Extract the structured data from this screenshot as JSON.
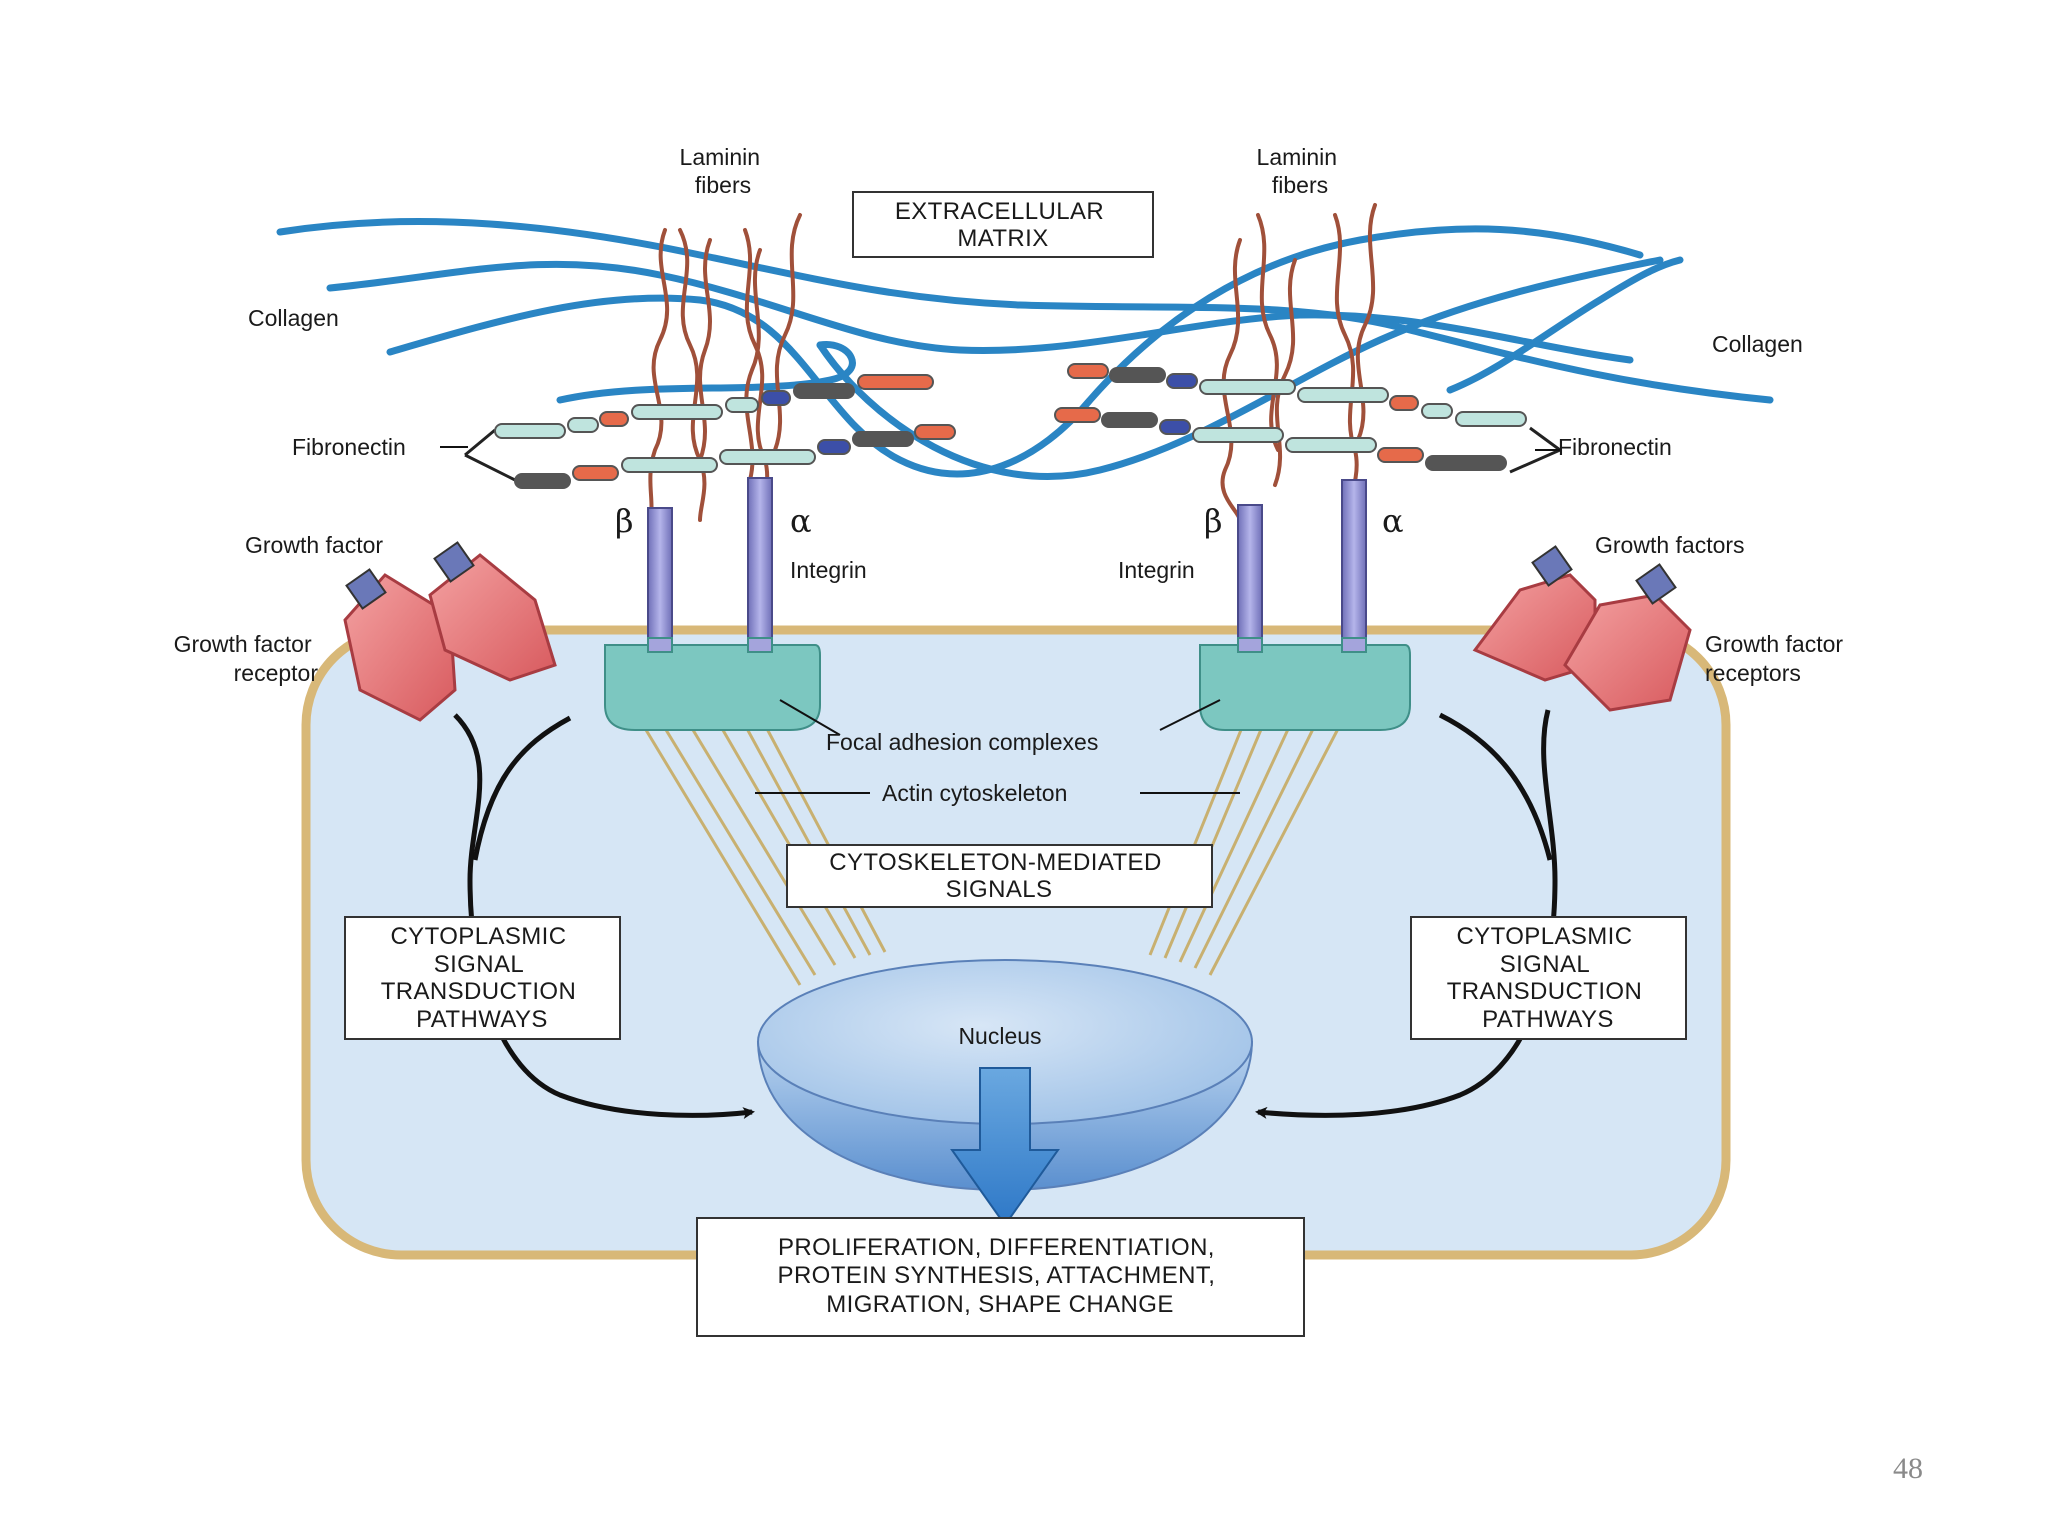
{
  "labels": {
    "laminin_left": [
      "Laminin",
      "fibers"
    ],
    "laminin_right": [
      "Laminin",
      "fibers"
    ],
    "ecm": [
      "EXTRACELLULAR",
      "MATRIX"
    ],
    "collagen_left": "Collagen",
    "collagen_right": "Collagen",
    "fibronectin_left": "Fibronectin",
    "fibronectin_right": "Fibronectin",
    "beta_left": "β",
    "alpha_left": "α",
    "beta_right": "β",
    "alpha_right": "α",
    "integrin_left": "Integrin",
    "integrin_right": "Integrin",
    "growth_factor_left": "Growth factor",
    "growth_factors_right": "Growth factors",
    "receptor_left": [
      "Growth factor",
      "receptor"
    ],
    "receptors_right": [
      "Growth factor",
      "receptors"
    ],
    "focal_adhesion": "Focal adhesion complexes",
    "actin": "Actin cytoskeleton",
    "cytoskeleton_signals": [
      "CYTOSKELETON-MEDIATED",
      "SIGNALS"
    ],
    "cytoplasmic_left": [
      "CYTOPLASMIC",
      "SIGNAL",
      "TRANSDUCTION",
      "PATHWAYS"
    ],
    "cytoplasmic_right": [
      "CYTOPLASMIC",
      "SIGNAL",
      "TRANSDUCTION",
      "PATHWAYS"
    ],
    "nucleus": "Nucleus",
    "outcome": [
      "PROLIFERATION, DIFFERENTIATION,",
      "PROTEIN SYNTHESIS, ATTACHMENT,",
      "MIGRATION, SHAPE CHANGE"
    ],
    "page_number": "48"
  },
  "colors": {
    "cell_fill": "#d6e6f5",
    "cell_border": "#d8b878",
    "collagen": "#2a85c4",
    "laminin": "#a0503a",
    "integrin": "#8e8ed0",
    "focal_adhesion": "#7cc7c0",
    "receptor": "#e9787c",
    "growth_factor": "#6a78b8",
    "actin": "#c8b070",
    "nucleus": "#8fb8e6",
    "arrow": "#4f93d6"
  }
}
